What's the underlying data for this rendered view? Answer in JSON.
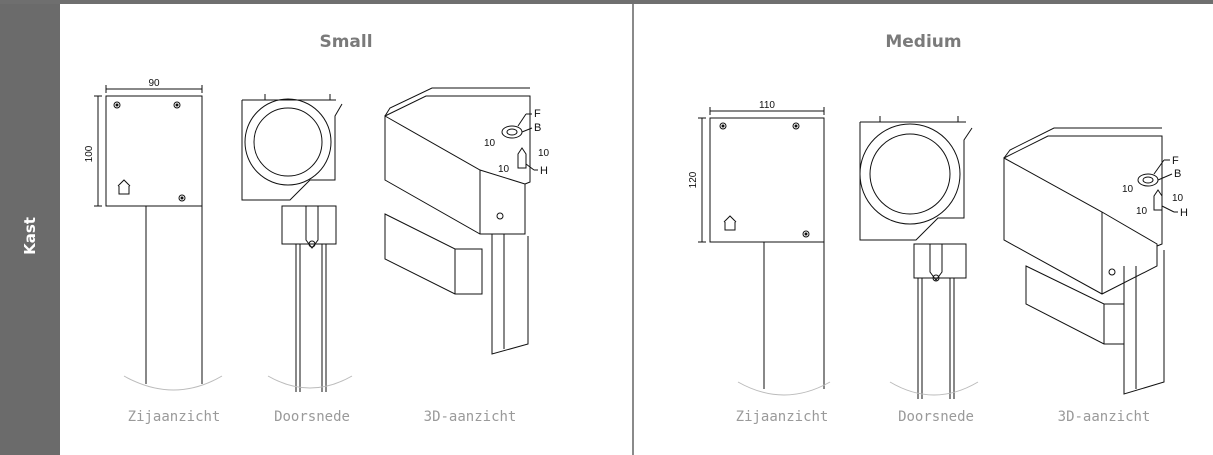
{
  "sidebar": {
    "label": "Kast"
  },
  "panels": [
    {
      "title": "Small",
      "captions": {
        "side": "Zijaanzicht",
        "section": "Doorsnede",
        "view3d": "3D-aanzicht"
      },
      "dims": {
        "width": "90",
        "height": "100",
        "d1": "10",
        "d2": "10",
        "d3": "10"
      },
      "callouts": {
        "f": "F",
        "b": "B",
        "h": "H"
      }
    },
    {
      "title": "Medium",
      "captions": {
        "side": "Zijaanzicht",
        "section": "Doorsnede",
        "view3d": "3D-aanzicht"
      },
      "dims": {
        "width": "110",
        "height": "120",
        "d1": "10",
        "d2": "10",
        "d3": "10"
      },
      "callouts": {
        "f": "F",
        "b": "B",
        "h": "H"
      }
    }
  ],
  "colors": {
    "sidebar": "#6b6b6b",
    "title": "#7a7a7a",
    "caption": "#9a9a9a",
    "line": "#111111"
  }
}
